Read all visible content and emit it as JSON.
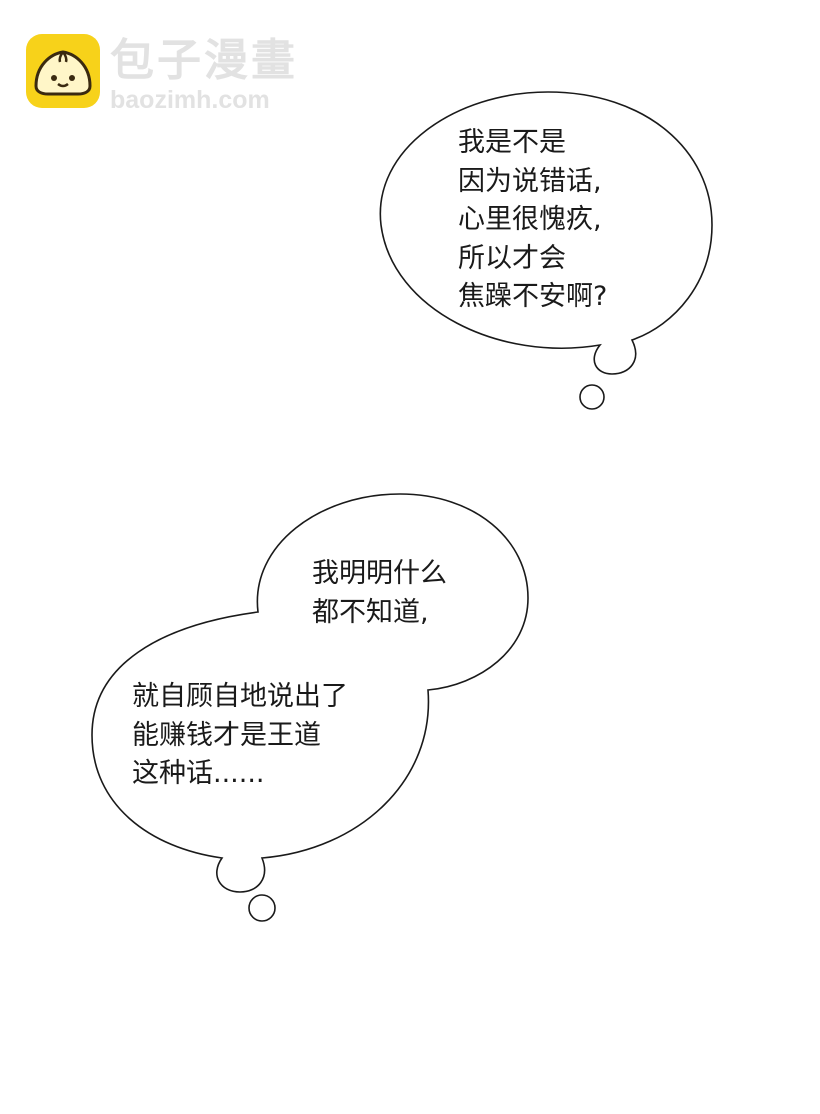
{
  "watermark": {
    "brand_cn": "包子漫畫",
    "brand_url": "baozimh.com",
    "logo_icon": "steamed-bun-icon",
    "logo_color": "#f7d21a"
  },
  "bubbles": [
    {
      "lines": [
        "我是不是",
        "因为说错话,",
        "心里很愧疚,",
        "所以才会",
        "焦躁不安啊?"
      ]
    },
    {
      "lines": [
        "我明明什么",
        "都不知道,"
      ]
    },
    {
      "lines": [
        "就自顾自地说出了",
        "能赚钱才是王道",
        "这种话......"
      ]
    }
  ]
}
